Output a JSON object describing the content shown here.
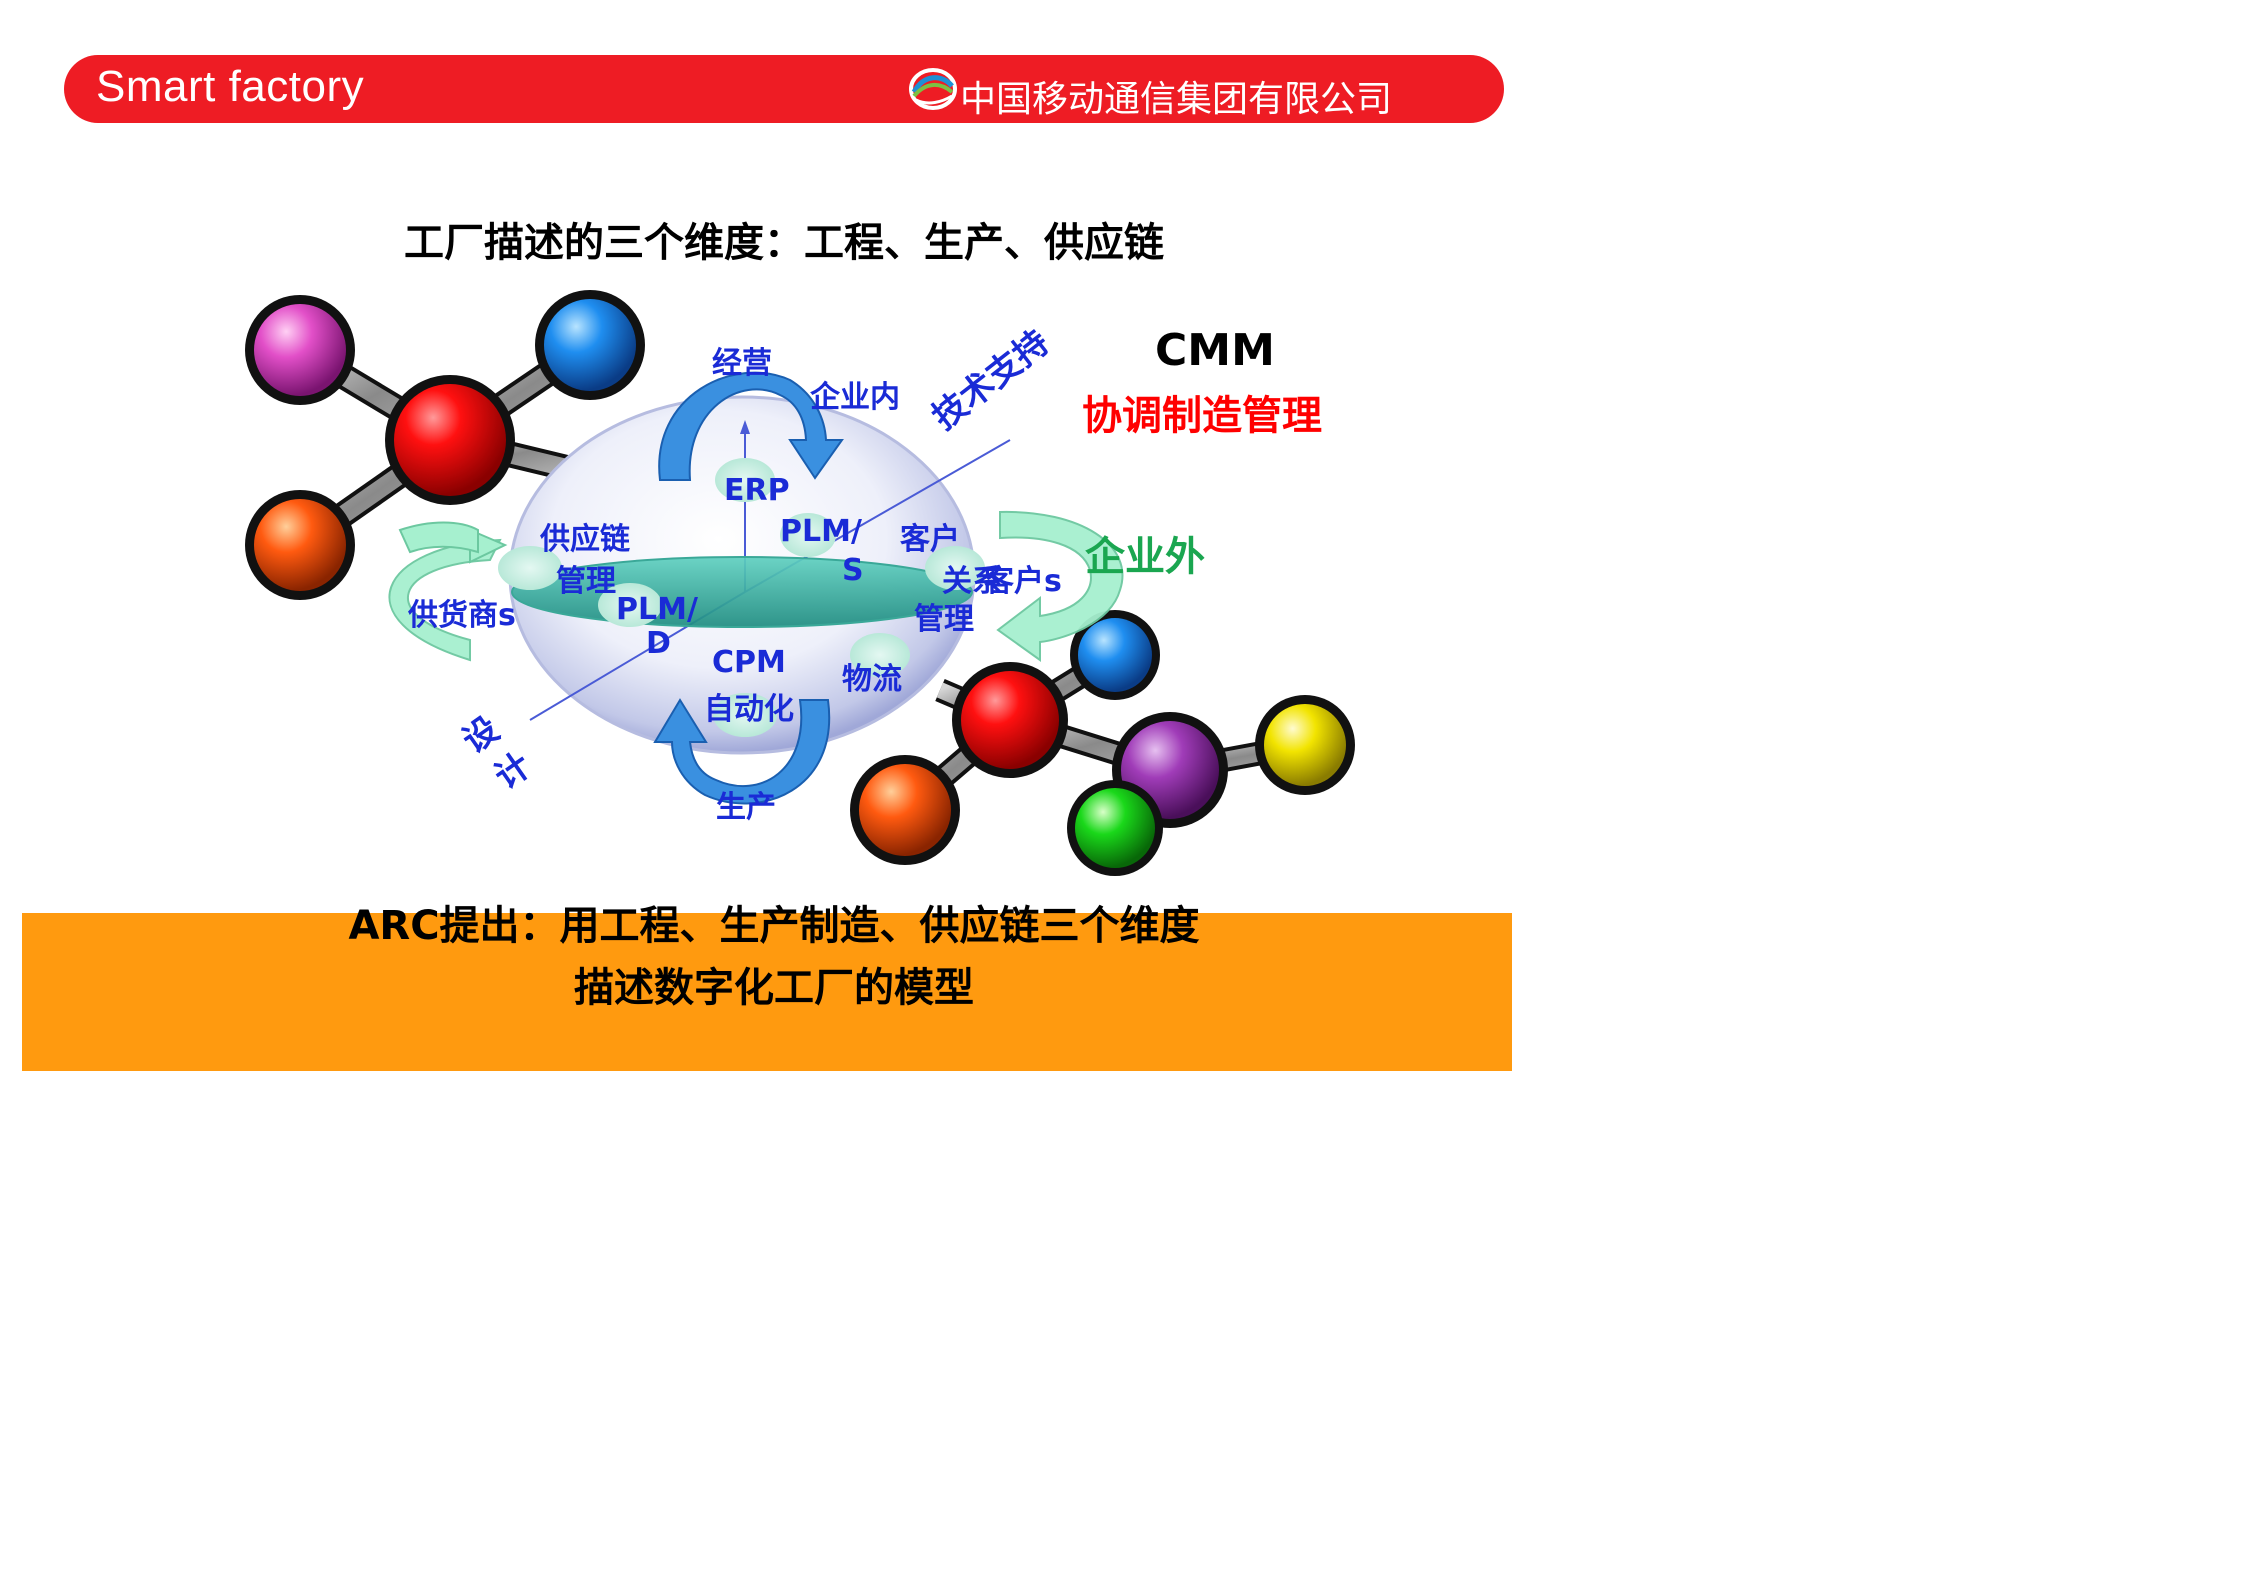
{
  "header": {
    "title": "Smart factory",
    "company": "中国移动通信集团有限公司",
    "logo_icon": "china-mobile-logo"
  },
  "main_title": "工厂描述的三个维度：工程、生产、供应链",
  "cmm": {
    "title": "CMM",
    "subtitle": "协调制造管理"
  },
  "diagram": {
    "labels": {
      "jingying": "经营",
      "qiyenei": "企业内",
      "jishuzhichi": "技术支持",
      "erp": "ERP",
      "gongyinglian1": "供应链",
      "gongyinglian2": "管理",
      "plms1": "PLM/",
      "plms2": "S",
      "kehu1": "客户",
      "kehu2": "关系",
      "kehu3": "管理",
      "kehus": "客户s",
      "qiyewai": "企业外",
      "gonghuoshang": "供货商s",
      "plmd1": "PLM/",
      "plmd2": "D",
      "cpm": "CPM",
      "zidonghua": "自动化",
      "wuliu": "物流",
      "sheji1": "设",
      "sheji2": "计",
      "shengchan": "生产"
    },
    "colors": {
      "label_blue": "#1a2bd6",
      "green": "#1aa650",
      "banner_red": "#ee1c24",
      "orange": "#ff9a0f"
    }
  },
  "footer": {
    "line1": "ARC提出：用工程、生产制造、供应链三个维度",
    "line2": "描述数字化工厂的模型"
  }
}
